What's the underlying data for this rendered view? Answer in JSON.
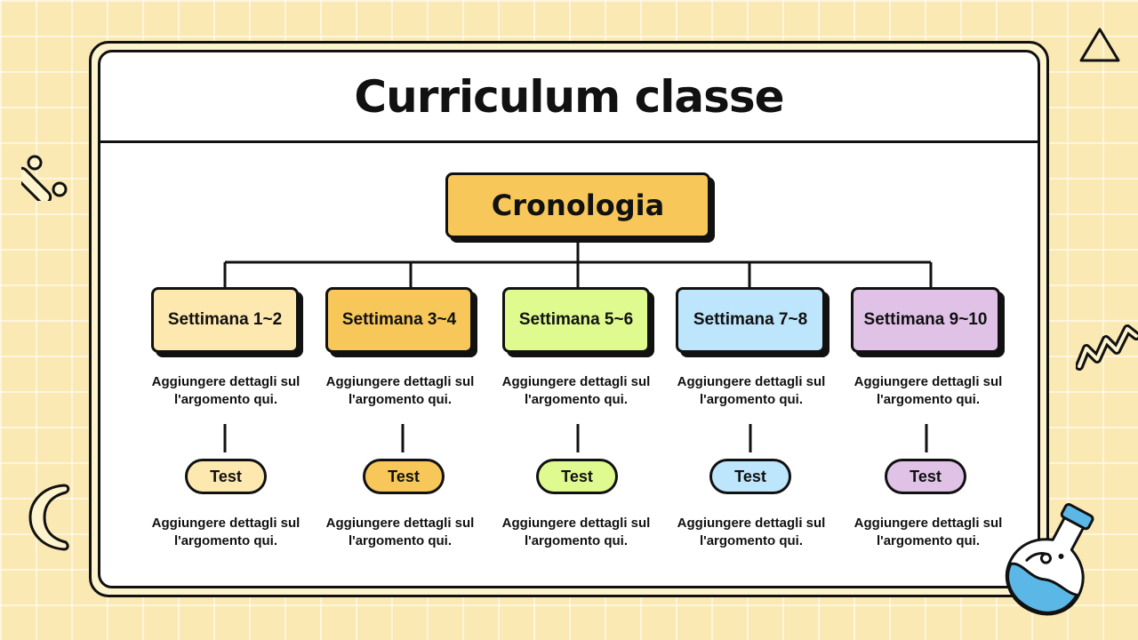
{
  "title": "Curriculum classe",
  "root": {
    "label": "Cronologia",
    "color": "#f7c75a"
  },
  "columns": [
    {
      "week": "Settimana 1~2",
      "color": "#fde9b0",
      "desc_top": [
        "Aggiungere dettagli sul",
        "l'argomento qui."
      ],
      "test": "Test",
      "desc_bottom": [
        "Aggiungere dettagli sul",
        "l'argomento qui."
      ]
    },
    {
      "week": "Settimana 3~4",
      "color": "#f7c75a",
      "desc_top": [
        "Aggiungere dettagli sul",
        "l'argomento qui."
      ],
      "test": "Test",
      "desc_bottom": [
        "Aggiungere dettagli sul",
        "l'argomento qui."
      ]
    },
    {
      "week": "Settimana 5~6",
      "color": "#dffb8f",
      "desc_top": [
        "Aggiungere dettagli sul",
        "l'argomento qui."
      ],
      "test": "Test",
      "desc_bottom": [
        "Aggiungere dettagli sul",
        "l'argomento qui."
      ]
    },
    {
      "week": "Settimana 7~8",
      "color": "#bde5fb",
      "desc_top": [
        "Aggiungere dettagli sul",
        "l'argomento qui."
      ],
      "test": "Test",
      "desc_bottom": [
        "Aggiungere dettagli sul",
        "l'argomento qui."
      ]
    },
    {
      "week": "Settimana 9~10",
      "color": "#dfc2e6",
      "desc_top": [
        "Aggiungere dettagli sul",
        "l'argomento qui."
      ],
      "test": "Test",
      "desc_bottom": [
        "Aggiungere dettagli sul",
        "l'argomento qui."
      ]
    }
  ],
  "decorations": {
    "triangle": "triangle-icon",
    "percent": "percent-icon",
    "zigzag": "zigzag-icon",
    "crescent": "crescent-icon",
    "flask": "flask-icon",
    "flask_liquid_color": "#5bb8e6"
  }
}
